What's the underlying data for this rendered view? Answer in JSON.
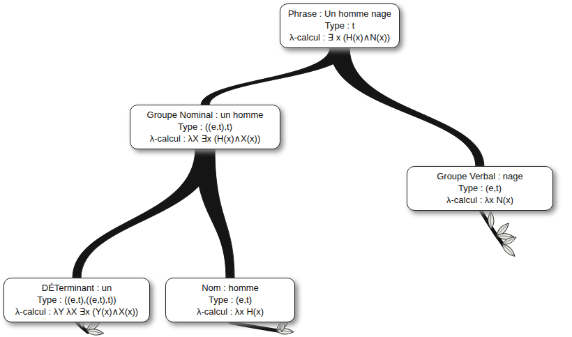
{
  "diagram": {
    "nodes": [
      {
        "text": [
          "Phrase : Un homme nage",
          "Type : t",
          "λ-calcul : ∃ x (H(x)∧N(x))"
        ]
      },
      {
        "text": [
          "Groupe Nominal : un homme",
          "Type : ((e,t),t)",
          "λ-calcul : λX ∃x (H(x)∧X(x))"
        ]
      },
      {
        "text": [
          "Groupe Verbal : nage",
          "Type : (e,t)",
          "λ-calcul : λx N(x)"
        ]
      },
      {
        "text": [
          "DÉTerminant : un",
          "Type : ((e,t),((e,t),t))",
          "λ-calcul : λY λX ∃x (Y(x)∧X(x))"
        ]
      },
      {
        "text": [
          "Nom : homme",
          "Type : (e,t)",
          "λ-calcul : λx H(x)"
        ]
      }
    ],
    "edges": [
      {
        "from": 0,
        "to": 1,
        "arrow": "none"
      },
      {
        "from": 0,
        "to": 2,
        "arrow": "none"
      },
      {
        "from": 1,
        "to": 3,
        "arrow": "none"
      },
      {
        "from": 1,
        "to": 4,
        "arrow": "none"
      }
    ]
  }
}
